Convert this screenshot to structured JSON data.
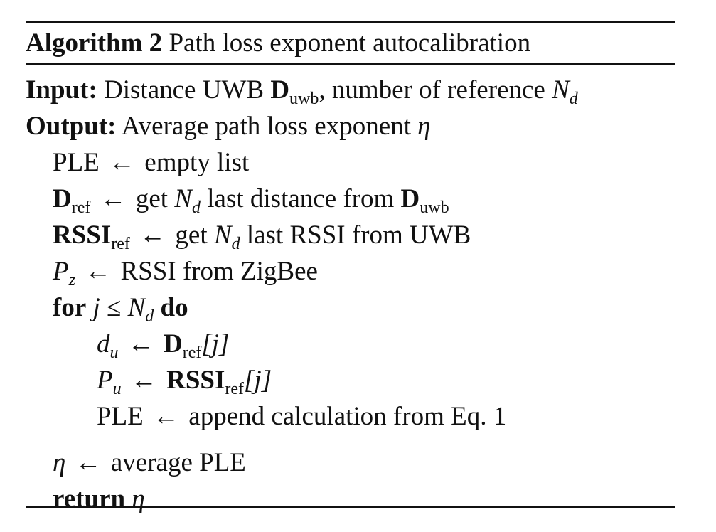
{
  "algorithm": {
    "label": "Algorithm 2",
    "title": "Path loss exponent autocalibration"
  },
  "input": {
    "keyword": "Input:",
    "text_a": "Distance UWB",
    "symbol": "D",
    "symbol_sub": "uwb",
    "text_b": ", number of reference",
    "var": "N",
    "var_sub": "d"
  },
  "output": {
    "keyword": "Output:",
    "text": "Average path loss exponent",
    "var": "η"
  },
  "steps": {
    "s1": {
      "lhs": "PLE",
      "arrow": "←",
      "rhs": "empty list"
    },
    "s2": {
      "lhs": "D",
      "lhs_sub": "ref",
      "arrow": "←",
      "text_a": "get",
      "var": "N",
      "var_sub": "d",
      "text_b": "last distance from",
      "sym": "D",
      "sym_sub": "uwb"
    },
    "s3": {
      "lhs": "RSSI",
      "lhs_sub": "ref",
      "arrow": "←",
      "text_a": "get",
      "var": "N",
      "var_sub": "d",
      "text_b": "last RSSI from UWB"
    },
    "s4": {
      "lhs": "P",
      "lhs_sub": "z",
      "arrow": "←",
      "rhs": "RSSI from ZigBee"
    },
    "s5": {
      "kw_for": "for",
      "var_j": "j",
      "op": "≤",
      "var": "N",
      "var_sub": "d",
      "kw_do": "do"
    },
    "s6": {
      "lhs": "d",
      "lhs_sub": "u",
      "arrow": "←",
      "sym": "D",
      "sym_sub": "ref",
      "idx": "[j]"
    },
    "s7": {
      "lhs": "P",
      "lhs_sub": "u",
      "arrow": "←",
      "sym": "RSSI",
      "sym_sub": "ref",
      "idx": "[j]"
    },
    "s8": {
      "lhs": "PLE",
      "arrow": "←",
      "rhs": "append calculation from Eq. 1"
    },
    "s9": {
      "lhs": "η",
      "arrow": "←",
      "rhs": "average PLE"
    },
    "s10": {
      "kw": "return",
      "var": "η"
    }
  }
}
